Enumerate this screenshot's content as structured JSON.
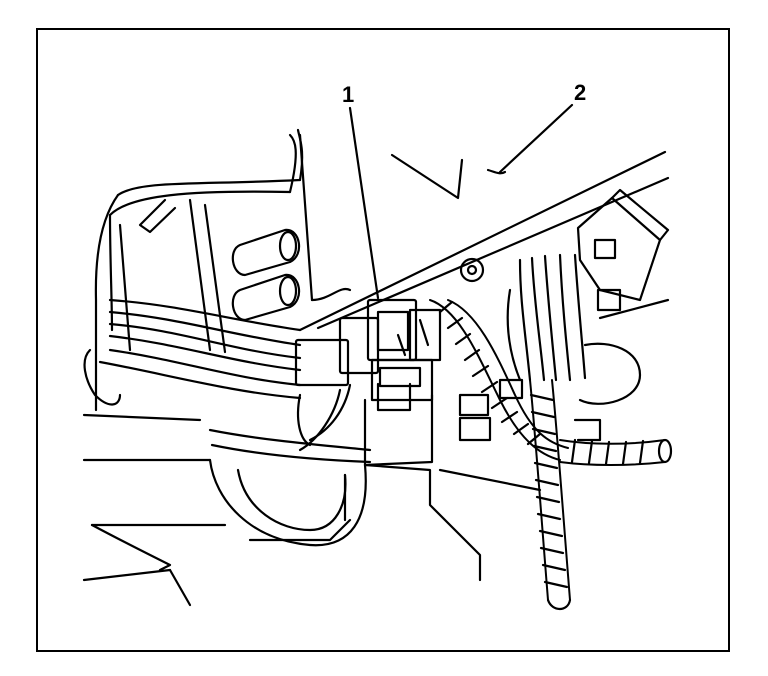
{
  "diagram": {
    "callouts": [
      {
        "label": "1",
        "target": "connector"
      },
      {
        "label": "2",
        "target": "wiring-harness"
      }
    ]
  },
  "colors": {
    "ink": "#000000",
    "paper": "#ffffff"
  }
}
